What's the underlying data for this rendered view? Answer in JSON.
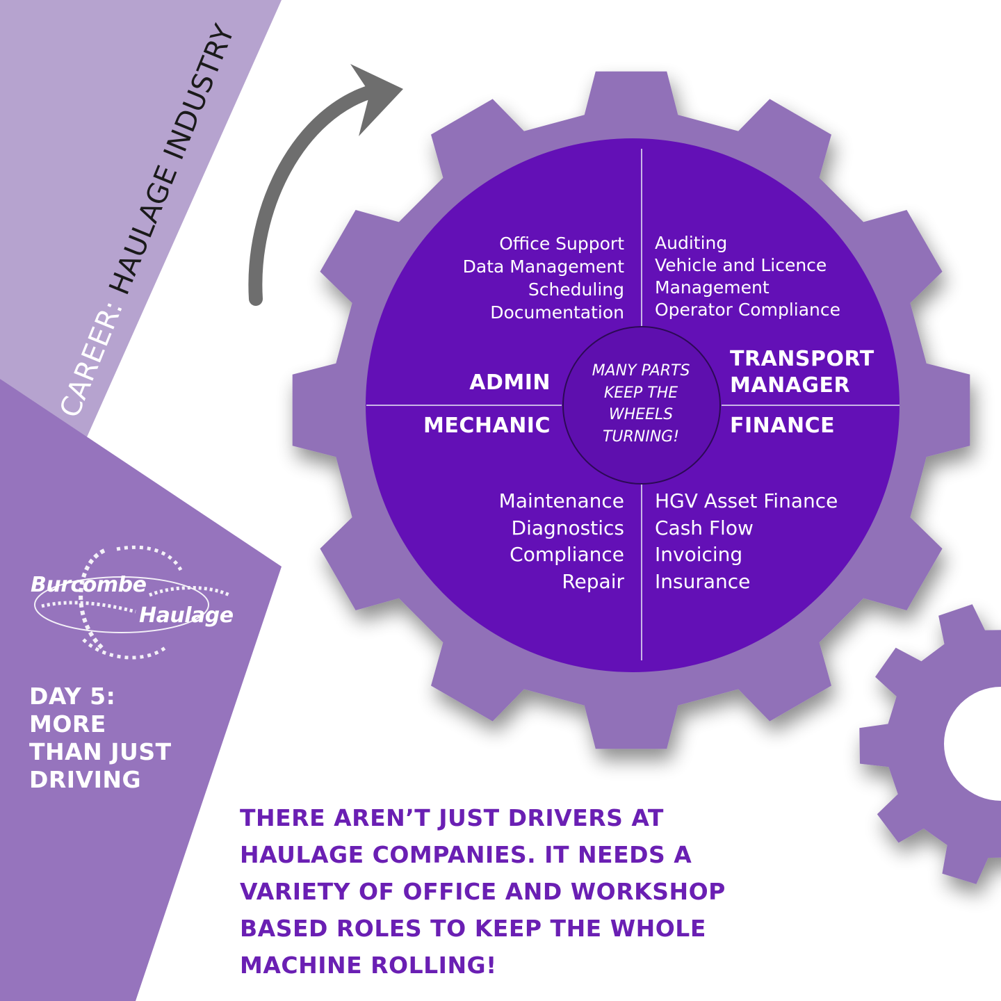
{
  "banner": {
    "label": "CAREER:",
    "value": "HAULAGE INDUSTRY"
  },
  "logo": {
    "line1": "Burcombe",
    "line2": "Haulage"
  },
  "day_title": {
    "lines": [
      "DAY 5:",
      "MORE",
      "THAN JUST",
      "DRIVING"
    ]
  },
  "gear": {
    "center": {
      "lines": [
        "MANY PARTS",
        "KEEP THE",
        "WHEELS",
        "TURNING!"
      ]
    },
    "quadrants": {
      "admin": {
        "title": "ADMIN",
        "items": [
          "Office Support",
          "Data Management",
          "Scheduling",
          "Documentation"
        ]
      },
      "transport_manager": {
        "title_lines": [
          "TRANSPORT",
          "MANAGER"
        ],
        "items": [
          "Auditing",
          "Vehicle and Licence",
          "Management",
          "Operator Compliance"
        ]
      },
      "mechanic": {
        "title": "MECHANIC",
        "items": [
          "Maintenance",
          "Diagnostics",
          "Compliance",
          "Repair"
        ]
      },
      "finance": {
        "title": "FINANCE",
        "items": [
          "HGV Asset Finance",
          "Cash Flow",
          "Invoicing",
          "Insurance"
        ]
      }
    }
  },
  "bottom_text": {
    "lines": [
      "THERE AREN’T JUST DRIVERS AT",
      "HAULAGE COMPANIES. IT NEEDS A",
      "VARIETY OF OFFICE AND WORKSHOP",
      "BASED ROLES TO KEEP THE WHOLE",
      "MACHINE ROLLING!"
    ]
  },
  "colors": {
    "gear": "#9171b8",
    "inner_disc": "#6310b6",
    "light_panel": "#b6a3cf",
    "dark_panel": "#9674bd",
    "text_purple": "#6a1fb3",
    "arrow": "#6e6e6e"
  }
}
